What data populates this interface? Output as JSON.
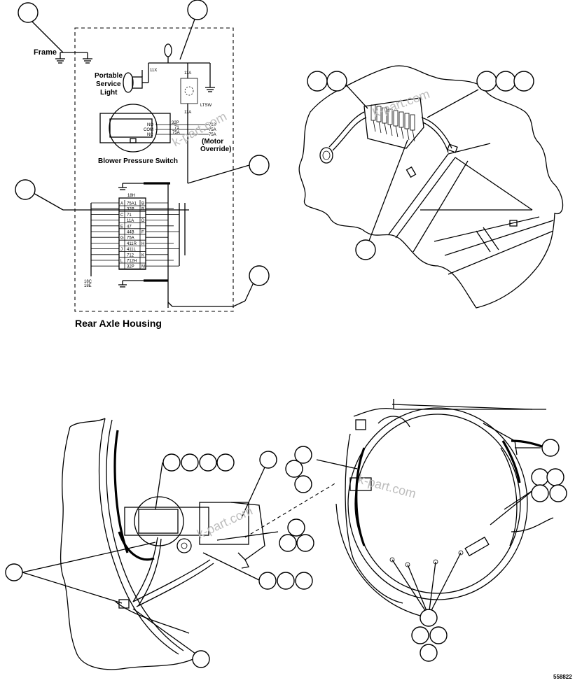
{
  "schematic": {
    "frame_label": "Frame",
    "service_light_label": [
      "Portable",
      "Service",
      "Light"
    ],
    "blower_switch_label": "Blower Pressure Switch",
    "switch_terminals": [
      "NO",
      "COM",
      "NC"
    ],
    "switch_wire_labels": [
      "32P",
      "71",
      "75A"
    ],
    "right_wire_labels": [
      "712",
      "75A",
      "75A"
    ],
    "motor_override_label": [
      "(Motor",
      "Override)"
    ],
    "ltsw_label": "LTSW",
    "top_wire_labels": [
      "11A",
      "11A",
      "11X"
    ],
    "housing_label": "Rear Axle Housing",
    "left_small_labels": [
      "18C",
      "18E"
    ],
    "connector_header": "18H",
    "connector_rows": [
      {
        "left": "A",
        "wire": "75A1",
        "right": "B"
      },
      {
        "left": "",
        "wire": "32P",
        "right": "B"
      },
      {
        "left": "C",
        "wire": "71",
        "right": ""
      },
      {
        "left": "",
        "wire": "11A",
        "right": "D"
      },
      {
        "left": "E",
        "wire": "47",
        "right": ""
      },
      {
        "left": "",
        "wire": "44B",
        "right": "F"
      },
      {
        "left": "G",
        "wire": "75A",
        "right": ""
      },
      {
        "left": "",
        "wire": "411R",
        "right": "H"
      },
      {
        "left": "J",
        "wire": "411L",
        "right": ""
      },
      {
        "left": "",
        "wire": "712",
        "right": "K"
      },
      {
        "left": "L",
        "wire": "712H",
        "right": ""
      },
      {
        "left": "",
        "wire": "32P",
        "right": "M"
      }
    ]
  },
  "watermarks": [
    "k-part.com",
    "k-part.com",
    "k-part.com",
    "k-part.com"
  ],
  "figure_number": "558822"
}
